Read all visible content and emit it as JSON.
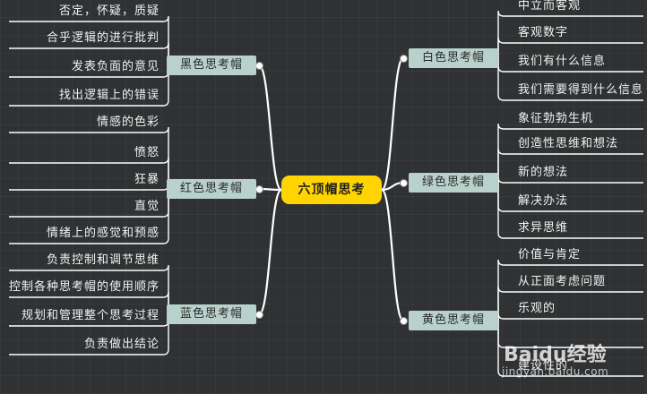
{
  "center": "六顶帽思考",
  "left": [
    {
      "label": "黑色思考帽",
      "items": [
        "否定，怀疑，质疑",
        "合乎逻辑的进行批判",
        "发表负面的意见",
        "找出逻辑上的错误"
      ]
    },
    {
      "label": "红色思考帽",
      "items": [
        "情感的色彩",
        "愤怒",
        "狂暴",
        "直觉",
        "情绪上的感觉和预感"
      ]
    },
    {
      "label": "蓝色思考帽",
      "items": [
        "负责控制和调节思维",
        "控制各种思考帽的使用顺序",
        "规划和管理整个思考过程",
        "负责做出结论"
      ]
    }
  ],
  "right": [
    {
      "label": "白色思考帽",
      "items": [
        "中立而客观",
        "客观数字",
        "我们有什么信息",
        "我们需要得到什么信息"
      ]
    },
    {
      "label": "绿色思考帽",
      "items": [
        "象征勃勃生机",
        "创造性思维和想法",
        "新的想法",
        "解决办法",
        "求异思维"
      ]
    },
    {
      "label": "黄色思考帽",
      "items": [
        "价值与肯定",
        "从正面考虑问题",
        "乐观的",
        "",
        "建设性的"
      ]
    }
  ],
  "watermark": {
    "brand": "Baidu经验",
    "url": "jingyan.baidu.com"
  },
  "colors": {
    "background": "#2f3133",
    "branch": "#b9d1cb",
    "center": "#ffd400",
    "line": "#ffffff"
  }
}
